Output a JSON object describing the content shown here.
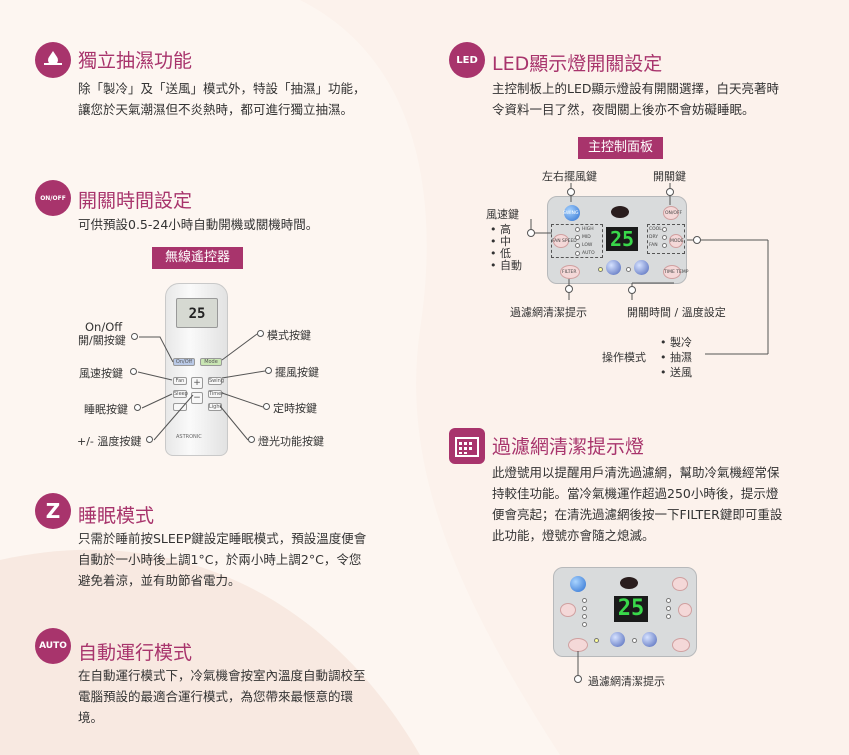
{
  "colors": {
    "accent": "#a8346c",
    "bg": "#fdf6f1"
  },
  "sections": {
    "dehumidify": {
      "icon": "dehumidify-icon",
      "title": "獨立抽濕功能",
      "body": "除「製冷」及「送風」模式外，特設「抽濕」功能，讓您於天氣潮濕但不炎熱時，都可進行獨立抽濕。"
    },
    "timer": {
      "icon": "on-off-clock-icon",
      "icon_text": "ON/OFF",
      "title": "開關時間設定",
      "body": "可供預設0.5-24小時自動開機或關機時間。"
    },
    "sleep": {
      "icon": "sleep-icon",
      "icon_text": "Z",
      "title": "睡眠模式",
      "body": "只需於睡前按SLEEP鍵設定睡眠模式，預設溫度便會自動於一小時後上調1°C，於兩小時上調2°C，令您避免着涼，並有助節省電力。"
    },
    "auto": {
      "icon": "auto-icon",
      "icon_text": "AUTO",
      "title": "自動運行模式",
      "body": "在自動運行模式下，冷氣機會按室內溫度自動調校至電腦預設的最適合運行模式，為您帶來最愜意的環境。"
    },
    "led": {
      "icon": "led-icon",
      "icon_text": "LED",
      "title": "LED顯示燈開關設定",
      "body": "主控制板上的LED顯示燈設有開關選擇，白天亮著時令資料一目了然，夜間關上後亦不會妨礙睡眠。"
    },
    "filter": {
      "icon": "filter-calendar-icon",
      "title": "過濾網清潔提示燈",
      "body": "此燈號用以提醒用戶清洗過濾網，幫助冷氣機經常保持較佳功能。當冷氣機運作超過250小時後，提示燈便會亮起；在清洗過濾網後按一下FILTER鍵即可重設此功能，燈號亦會隨之熄滅。"
    }
  },
  "remote": {
    "tag": "無線遙控器",
    "display": "25",
    "brand": "ASTRONIC",
    "buttons": {
      "onoff": "On/Off",
      "mode": "Mode",
      "fan": "Fan",
      "swing": "Swing",
      "sleep": "Sleep",
      "timer": "Timer",
      "light": "Light",
      "plus": "+",
      "minus": "−"
    },
    "labels": {
      "onoff_en": "On/Off",
      "onoff_zh": "開/關按鍵",
      "fan": "風速按鍵",
      "sleep": "睡眠按鍵",
      "temp": "+/- 溫度按鍵",
      "mode": "模式按鍵",
      "swing": "擺風按鍵",
      "timer": "定時按鍵",
      "light": "燈光功能按鍵"
    }
  },
  "panel": {
    "tag": "主控制面板",
    "display": "25",
    "labels": {
      "swing": "左右擺風鍵",
      "power": "開關鍵",
      "fan_speed": "風速鍵",
      "fan_levels": [
        "高",
        "中",
        "低",
        "自動"
      ],
      "filter_hint": "過濾網清潔提示",
      "timer_temp": "開關時間 / 溫度設定",
      "mode_label": "操作模式",
      "modes": [
        "製冷",
        "抽濕",
        "送風"
      ]
    },
    "buttons": {
      "swing": "SWING",
      "onoff": "ON/OFF",
      "fan_speed": "FAN SPEED",
      "mode": "MODE",
      "filter": "FILTER",
      "timer_temp": "TIME TEMP",
      "fan_opts": [
        "HIGH",
        "MID",
        "LOW",
        "AUTO"
      ],
      "mode_opts": [
        "COOL",
        "DRY",
        "FAN"
      ]
    }
  },
  "panel2": {
    "display": "25",
    "filter_hint": "過濾網清潔提示"
  }
}
